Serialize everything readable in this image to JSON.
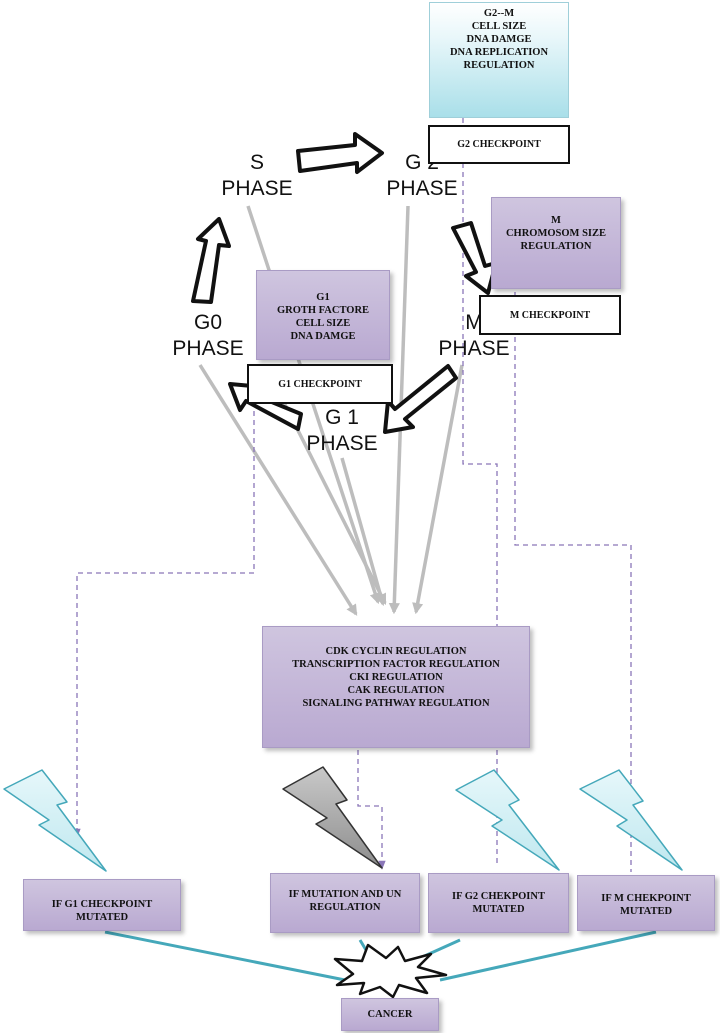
{
  "phases": {
    "s": [
      "S",
      "PHASE"
    ],
    "g2": [
      "G 2",
      "PHASE"
    ],
    "g0": [
      "G0",
      "PHASE"
    ],
    "m": [
      "M",
      "PHASE"
    ],
    "g1": [
      "G 1",
      "PHASE"
    ]
  },
  "boxes": {
    "g2m": [
      "G2--M",
      "CELL SIZE",
      "DNA DAMGE",
      "DNA REPLICATION",
      "REGULATION"
    ],
    "g2_checkpoint": "G2 CHECKPOINT",
    "m_box": [
      "M",
      "CHROMOSOM SIZE",
      "REGULATION"
    ],
    "m_checkpoint": "M CHECKPOINT",
    "g1_box": [
      "G1",
      "GROTH FACTORE",
      "CELL SIZE",
      "DNA DAMGE"
    ],
    "g1_checkpoint": "G1 CHECKPOINT",
    "regulation": [
      "CDK CYCLIN REGULATION",
      "TRANSCRIPTION FACTOR REGULATION",
      "CKI REGULATION",
      "CAK REGULATION",
      "SIGNALING PATHWAY REGULATION"
    ],
    "if_g1": [
      "IF G1 CHECKPOINT",
      "MUTATED"
    ],
    "if_mutation": [
      "IF MUTATION AND UN",
      "REGULATION"
    ],
    "if_g2": [
      "IF G2 CHEKPOINT",
      "MUTATED"
    ],
    "if_m": [
      "IF M CHEKPOINT",
      "MUTATED"
    ],
    "cancer": "CANCER"
  },
  "colors": {
    "purple_box": "#c4b7d9",
    "teal_box": "#a9dfe9",
    "gray_arrow": "#bdbdbd",
    "dashed_line": "#8a76b8",
    "cancer_line": "#45a8ba",
    "bolt_teal": "#c9ecf2",
    "bolt_gray": "#9a9a9a"
  }
}
